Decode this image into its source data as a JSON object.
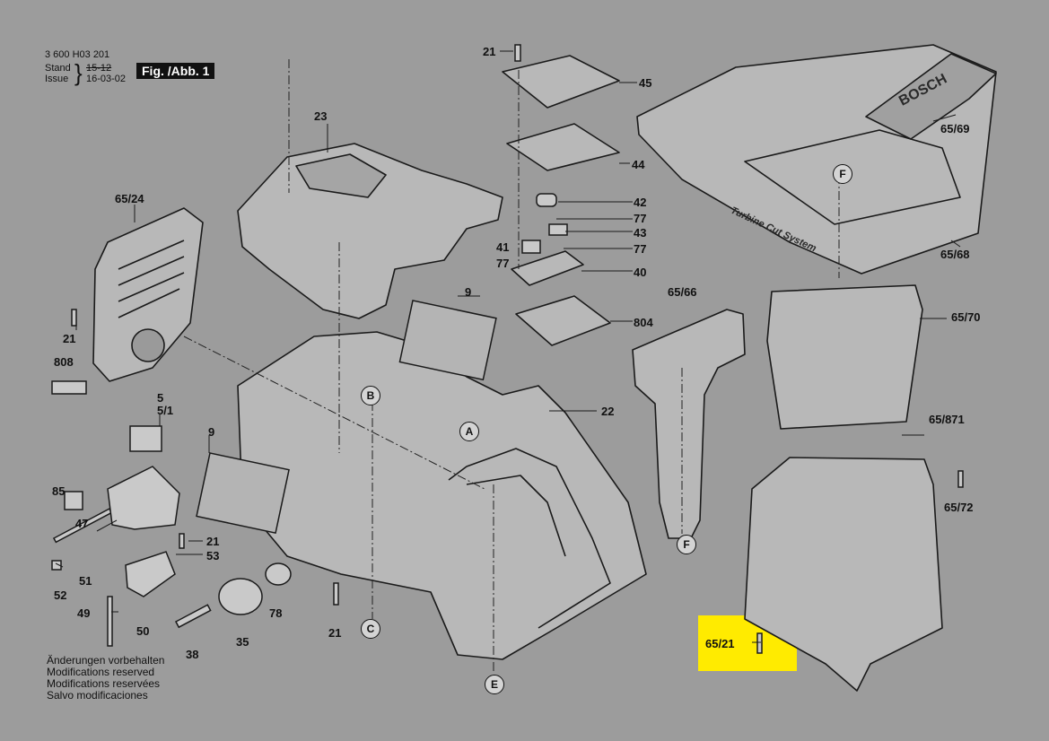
{
  "header": {
    "doc_number": "3 600 H03 201",
    "stand_label": "Stand",
    "stand_value_struck": "15-12",
    "issue_label": "Issue",
    "issue_value": "16-03-02",
    "figure_label": "Fig. /Abb. 1"
  },
  "part_labels": [
    "21",
    "45",
    "44",
    "23",
    "42",
    "77",
    "43",
    "41",
    "77",
    "77",
    "40",
    "9",
    "804",
    "65/24",
    "21",
    "808",
    "5",
    "5/1",
    "9",
    "85",
    "47",
    "21",
    "53",
    "51",
    "52",
    "49",
    "50",
    "78",
    "35",
    "38",
    "21",
    "22",
    "65/66",
    "65/69",
    "65/68",
    "65/70",
    "65/871",
    "65/72",
    "65/21"
  ],
  "callouts": [
    "A",
    "B",
    "C",
    "E",
    "F",
    "F"
  ],
  "brand_text": "BOSCH",
  "product_text": "Turbine Cut System",
  "highlight_color": "#ffeb00",
  "notes": [
    "Änderungen vorbehalten",
    "Modifications reserved",
    "Modifications reservées",
    "Salvo modificaciones"
  ]
}
